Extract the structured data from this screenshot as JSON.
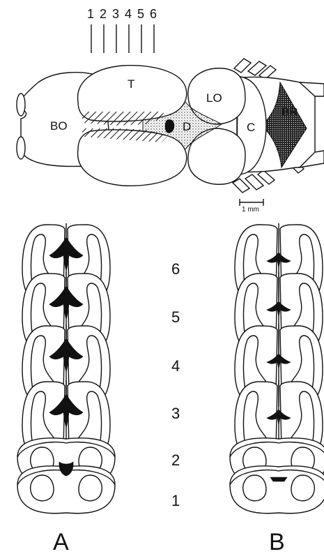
{
  "top_view": {
    "section_numbers": [
      "1",
      "2",
      "3",
      "4",
      "5",
      "6"
    ],
    "labels": {
      "bo": "BO",
      "t": "T",
      "lo": "LO",
      "d": "D",
      "c": "C",
      "br": "BR"
    },
    "scale_bar": "1 mm"
  },
  "level_numbers": [
    "6",
    "5",
    "4",
    "3",
    "2",
    "1"
  ],
  "panels": {
    "a": "A",
    "b": "B"
  }
}
